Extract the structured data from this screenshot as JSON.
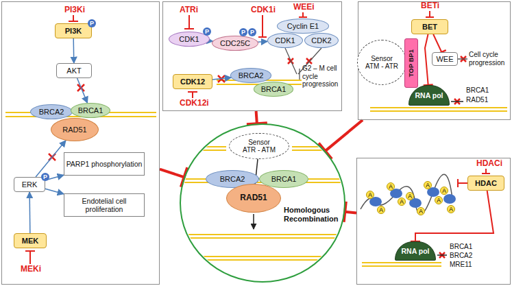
{
  "diagram": {
    "nodes": [
      {
        "text": []
      },
      {
        "text": [
          "PI3K"
        ],
        "in": 0
      },
      {
        "text": [
          "AKT"
        ],
        "in": 0
      },
      {
        "text": [
          "BRCA2"
        ],
        "in": 0
      },
      {
        "text": [
          "BRCA1"
        ],
        "in": 0
      },
      {
        "text": [
          "RAD51"
        ],
        "in": 0
      },
      {
        "text": [
          "ERK"
        ],
        "in": 0
      },
      {
        "text": [
          "PARP1 phosphorylation"
        ],
        "in": 0
      },
      {
        "text": [
          "Endotelial cell proliferation"
        ],
        "in": 0
      },
      {
        "text": [
          "MEK"
        ],
        "in": 0
      },
      {
        "text": []
      },
      {
        "text": [
          "CDK1"
        ],
        "in": 10
      },
      {
        "text": [
          "CDC25C"
        ],
        "in": 10
      },
      {
        "text": [
          "Cyclin E1"
        ],
        "in": 10
      },
      {
        "text": [
          "CDK1"
        ],
        "in": 10
      },
      {
        "text": [
          "CDK2"
        ],
        "in": 10
      },
      {
        "text": [
          "CDK12"
        ],
        "in": 10
      },
      {
        "text": [
          "BRCA2"
        ],
        "in": 10
      },
      {
        "text": [
          "BRCA1"
        ],
        "in": 10
      },
      {
        "text": []
      },
      {
        "text": [
          "BET"
        ],
        "in": 19
      },
      {
        "text": [
          "Sensor",
          "ATM - ATR"
        ],
        "in": 19
      },
      {
        "text": [
          "TOP BP1"
        ],
        "in": 19
      },
      {
        "text": [
          "WEE"
        ],
        "in": 19
      },
      {
        "text": [
          "RNA pol"
        ],
        "in": 19
      },
      {
        "text": []
      },
      {
        "text": [
          "HDAC"
        ],
        "in": 25
      },
      {
        "text": [
          "RNA pol"
        ],
        "in": 25
      },
      {
        "text": [
          "Homologous Recombination"
        ]
      },
      {
        "text": [
          "Sensor",
          "ATR - ATM"
        ],
        "in": 28
      },
      {
        "text": [
          "BRCA2"
        ],
        "in": 28
      },
      {
        "text": [
          "BRCA1"
        ],
        "in": 28
      },
      {
        "text": [
          "RAD51"
        ],
        "in": 28
      }
    ],
    "edges": [
      {
        "from": 1,
        "to": 2,
        "arrow": "to"
      },
      {
        "from": 2,
        "to": 4,
        "arrow": "to"
      },
      {
        "from": 9,
        "to": 6,
        "arrow": "to"
      },
      {
        "from": 6,
        "to": 5,
        "arrow": "to"
      },
      {
        "from": 6,
        "to": 7,
        "arrow": "to"
      },
      {
        "from": 6,
        "to": 8,
        "arrow": "to"
      },
      {
        "from": 11,
        "to": 12,
        "arrow": "to"
      },
      {
        "from": 12,
        "to": 14,
        "arrow": "to"
      },
      {
        "from": 16,
        "to": 17,
        "arrow": "to"
      },
      {
        "from": 20,
        "to": 23,
        "arrow": "to"
      },
      {
        "from": 20,
        "to": 24,
        "arrow": "to"
      },
      {
        "from": 26,
        "to": 27,
        "arrow": "to"
      },
      {
        "from": 0,
        "to": 28,
        "arrow": "to"
      },
      {
        "from": 10,
        "to": 28,
        "arrow": "to"
      },
      {
        "from": 19,
        "to": 28,
        "arrow": "to"
      },
      {
        "from": 25,
        "to": 28,
        "arrow": "to"
      },
      {
        "from": 29,
        "to": 32,
        "arrow": "to"
      }
    ],
    "labels": [
      "PI3Ki",
      "P",
      "MEKi",
      "P",
      "ATRi",
      "P",
      "CDK1i",
      "P",
      "P",
      "WEEi",
      "G2 – M cell cycle progression",
      "CDK12i",
      "BETi",
      "Cell cycle progression",
      "BRCA1",
      "RAD51",
      "HDACi",
      "A",
      "A",
      "A",
      "A",
      "A",
      "A",
      "A",
      "A",
      "A",
      "A",
      "BRCA1",
      "BRCA2",
      "MRE11"
    ]
  }
}
